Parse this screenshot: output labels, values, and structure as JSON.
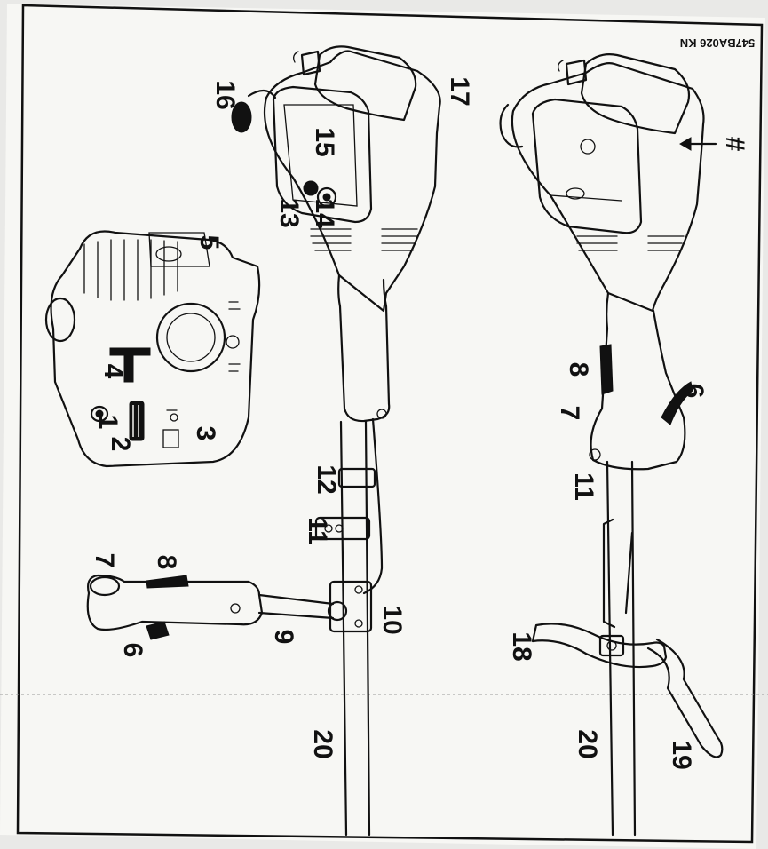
{
  "figure": {
    "reference_code": "547BA026 KN",
    "hash_mark": "#",
    "callouts": {
      "c1": "1",
      "c2": "2",
      "c3": "3",
      "c4": "4",
      "c5": "5",
      "c6": "6",
      "c7": "7",
      "c8": "8",
      "c9": "9",
      "c10": "10",
      "c11": "11",
      "c12": "12",
      "c13": "13",
      "c14": "14",
      "c15": "15",
      "c16": "16",
      "c17": "17",
      "c18": "18",
      "c19": "19",
      "c20": "20",
      "c6b": "6",
      "c7b": "7",
      "c8b": "8",
      "c11b": "11",
      "c20b": "20"
    }
  }
}
